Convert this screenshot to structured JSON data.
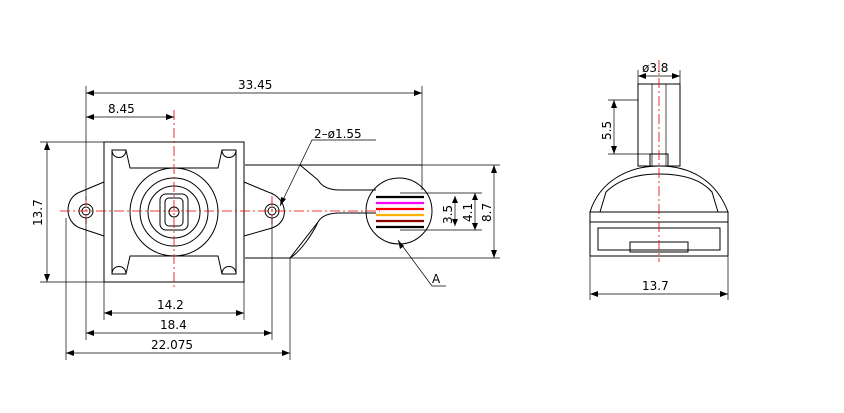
{
  "front_view": {
    "dims": {
      "overall_length": "33.45",
      "center_offset": "8.45",
      "hole_callout": "2–ø1.55",
      "height": "13.7",
      "pitch_small": "3.5",
      "pitch_mid": "4.1",
      "flex_width": "8.7",
      "body_width": "14.2",
      "mount_width": "18.4",
      "overall_width": "22.075"
    },
    "detail_label": "A",
    "wire_colors": [
      "#000000",
      "#ff00ff",
      "#ff0000",
      "#ffb000",
      "#8b0000",
      "#000000"
    ]
  },
  "side_view": {
    "dims": {
      "shaft_dia": "ø3.8",
      "shaft_height": "5.5",
      "width": "13.7"
    }
  },
  "colors": {
    "centerline": "#e00000",
    "line": "#000000"
  }
}
